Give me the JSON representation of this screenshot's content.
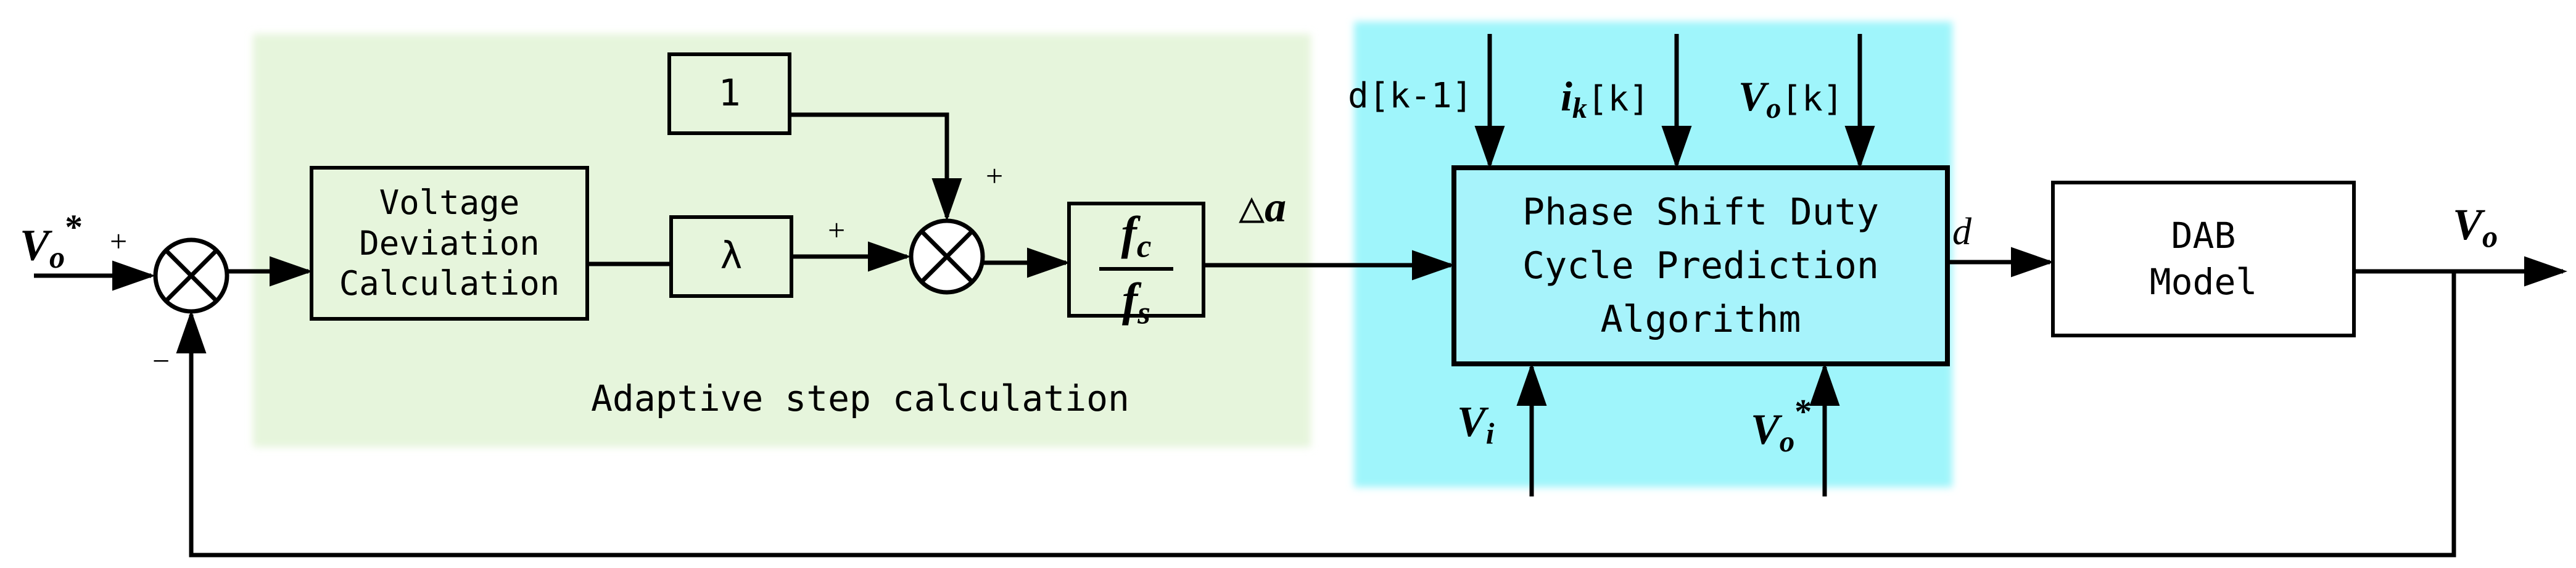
{
  "colors": {
    "adaptive_region": "#e6f5dc",
    "prediction_region": "#9ff5fb",
    "prediction_block": "#a7f3fb",
    "line": "#000000"
  },
  "blocks": {
    "voltage_deviation": {
      "lines": [
        "Voltage",
        "Deviation",
        "Calculation"
      ]
    },
    "constant_one": {
      "text": "1"
    },
    "lambda": {
      "text": "λ"
    },
    "fraction": {
      "numerator": "f",
      "numerator_sub": "c",
      "denominator": "f",
      "denominator_sub": "s"
    },
    "phase_shift": {
      "lines": [
        "Phase Shift Duty",
        "Cycle Prediction",
        "Algorithm"
      ]
    },
    "dab_model": {
      "lines": [
        "DAB",
        "Model"
      ]
    }
  },
  "regions": {
    "adaptive_label": "Adaptive step calculation"
  },
  "signals": {
    "vo_ref_main": "V",
    "vo_ref_main_sub": "o",
    "vo_ref_main_sup": "*",
    "delta_a_symbol": "△",
    "delta_a_letter": "a",
    "d_out": "d",
    "vo_out": "V",
    "vo_out_sub": "o",
    "d_prev": "d[k-1]",
    "ik_letter": "i",
    "ik_sub": "k",
    "ik_idx": "[k]",
    "vo_k_letter": "V",
    "vo_k_sub": "o",
    "vo_k_idx": "[k]",
    "vi_letter": "V",
    "vi_sub": "i",
    "vo_ref2_letter": "V",
    "vo_ref2_sub": "o",
    "vo_ref2_sup": "*"
  },
  "signs": {
    "sum1_plus": "+",
    "sum1_minus": "−",
    "sum2_plus_left": "+",
    "sum2_plus_top": "+"
  }
}
